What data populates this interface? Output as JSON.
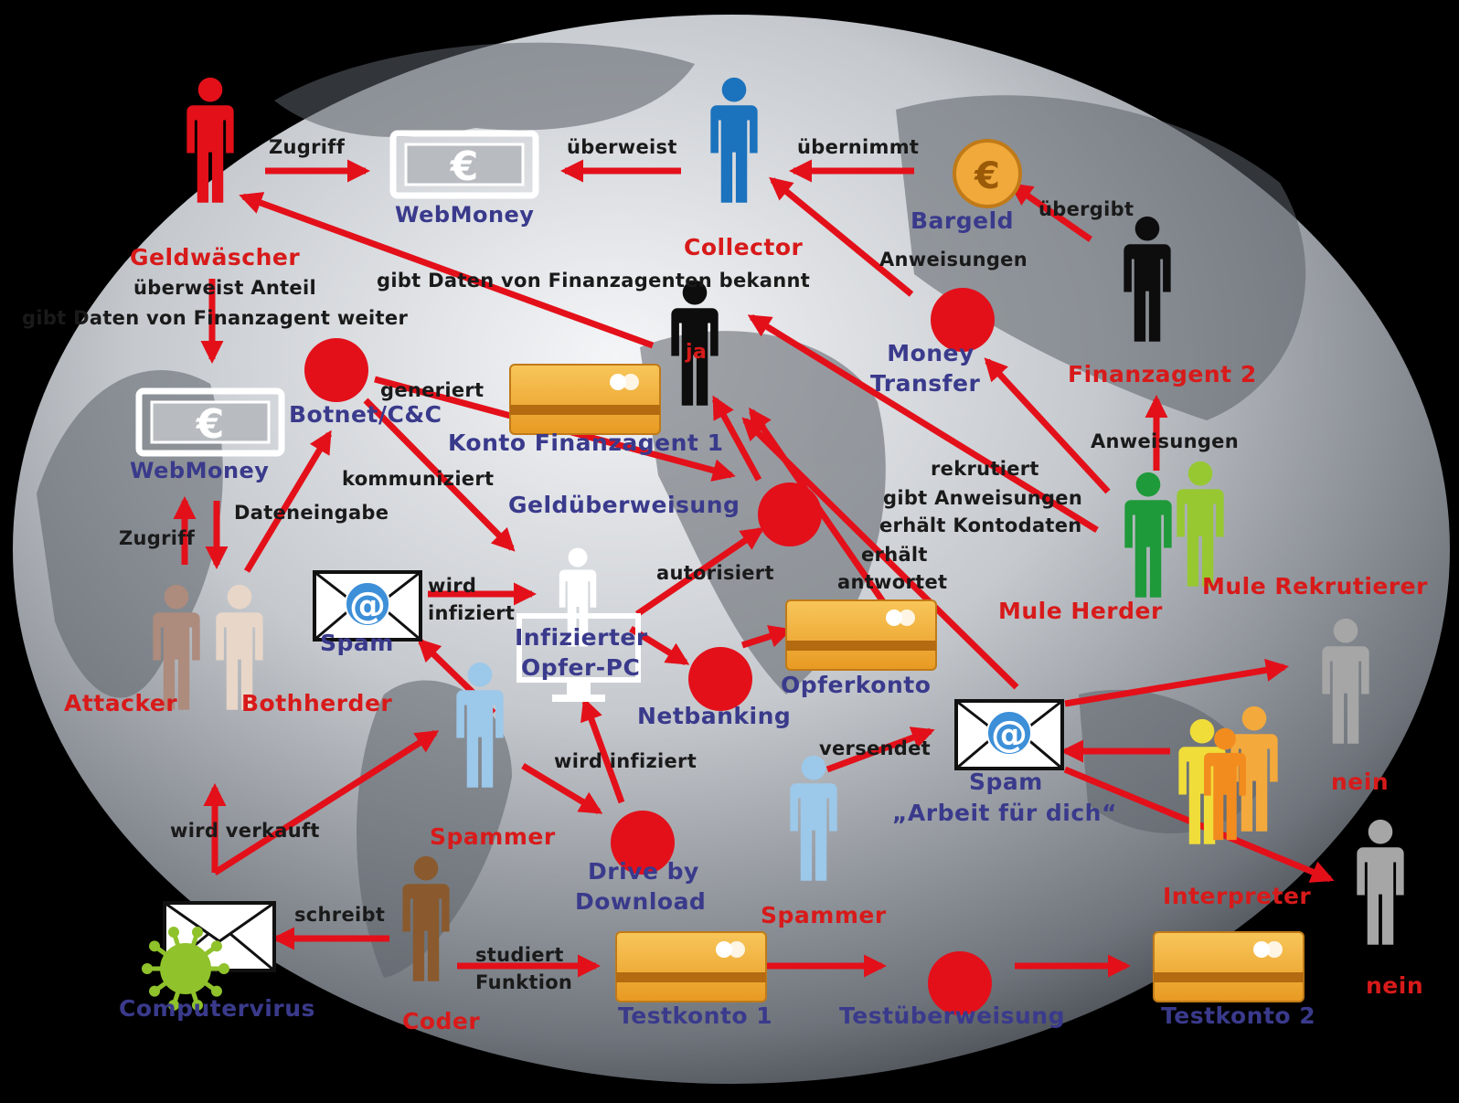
{
  "colors": {
    "arrow": "#e3101a",
    "red_label": "#d81a1a",
    "blue_label": "#3a3a8c",
    "card": "#f4b43a",
    "globe": "#8a8f96"
  },
  "icons": {
    "money": "euro-banknote-icon",
    "card": "bank-card-icon",
    "person": "person-icon",
    "email": "email-at-icon",
    "envelope": "envelope-icon",
    "virus": "virus-icon",
    "coin": "euro-coin-icon",
    "monitor": "monitor-icon"
  },
  "nodes": {
    "geldwaescher": "Geldwäscher",
    "webmoney_top": "WebMoney",
    "collector": "Collector",
    "bargeld": "Bargeld",
    "finanzagent2": "Finanzagent 2",
    "ja": "ja",
    "money_transfer_1": "Money",
    "money_transfer_2": "Transfer",
    "webmoney_left": "WebMoney",
    "botnet": "Botnet/C&C",
    "konto_finanzagent": "Konto Finanzagent 1",
    "geldueberweisung": "Geldüberweisung",
    "spam_left": "Spam",
    "infizierter_1": "Infizierter",
    "infizierter_2": "Opfer-PC",
    "opferkonto": "Opferkonto",
    "netbanking": "Netbanking",
    "attacker": "Attacker",
    "bothherder": "Bothherder",
    "spammer_left": "Spammer",
    "drive_by_1": "Drive by",
    "drive_by_2": "Download",
    "mule_herder": "Mule Herder",
    "mule_rekrutierer": "Mule Rekrutierer",
    "spam_right_1": "Spam",
    "spam_right_2": "„Arbeit für dich“",
    "spammer_right": "Spammer",
    "interpreter": "Interpreter",
    "nein_top": "nein",
    "nein_bottom": "nein",
    "computervirus": "Computervirus",
    "coder": "Coder",
    "testkonto1": "Testkonto 1",
    "testueberweisung": "Testüberweisung",
    "testkonto2": "Testkonto 2"
  },
  "edges": {
    "zugriff_top": "Zugriff",
    "ueberweist": "überweist",
    "uebernimmt": "übernimmt",
    "uebergibt": "übergibt",
    "anweisungen_top": "Anweisungen",
    "gibt_daten_bekannt": "gibt Daten von Finanzagenten bekannt",
    "ueberweist_anteil": "überweist Anteil",
    "gibt_daten_weiter": "gibt Daten von Finanzagent weiter",
    "generiert": "generiert",
    "kommuniziert": "kommuniziert",
    "dateneingabe": "Dateneingabe",
    "zugriff_left": "Zugriff",
    "rekrutiert": "rekrutiert",
    "gibt_anweisungen": "gibt Anweisungen",
    "erhaelt_kontodaten": "erhält Kontodaten",
    "anweisungen_right": "Anweisungen",
    "wird_infiziert_1": "wird",
    "wird_infiziert_2": "infiziert",
    "autorisiert": "autorisiert",
    "erhaelt": "erhält",
    "antwortet": "antwortet",
    "wird_infiziert_lower": "wird infiziert",
    "versendet": "versendet",
    "wird_verkauft": "wird verkauft",
    "schreibt": "schreibt",
    "studiert_1": "studiert",
    "studiert_2": "Funktion"
  }
}
